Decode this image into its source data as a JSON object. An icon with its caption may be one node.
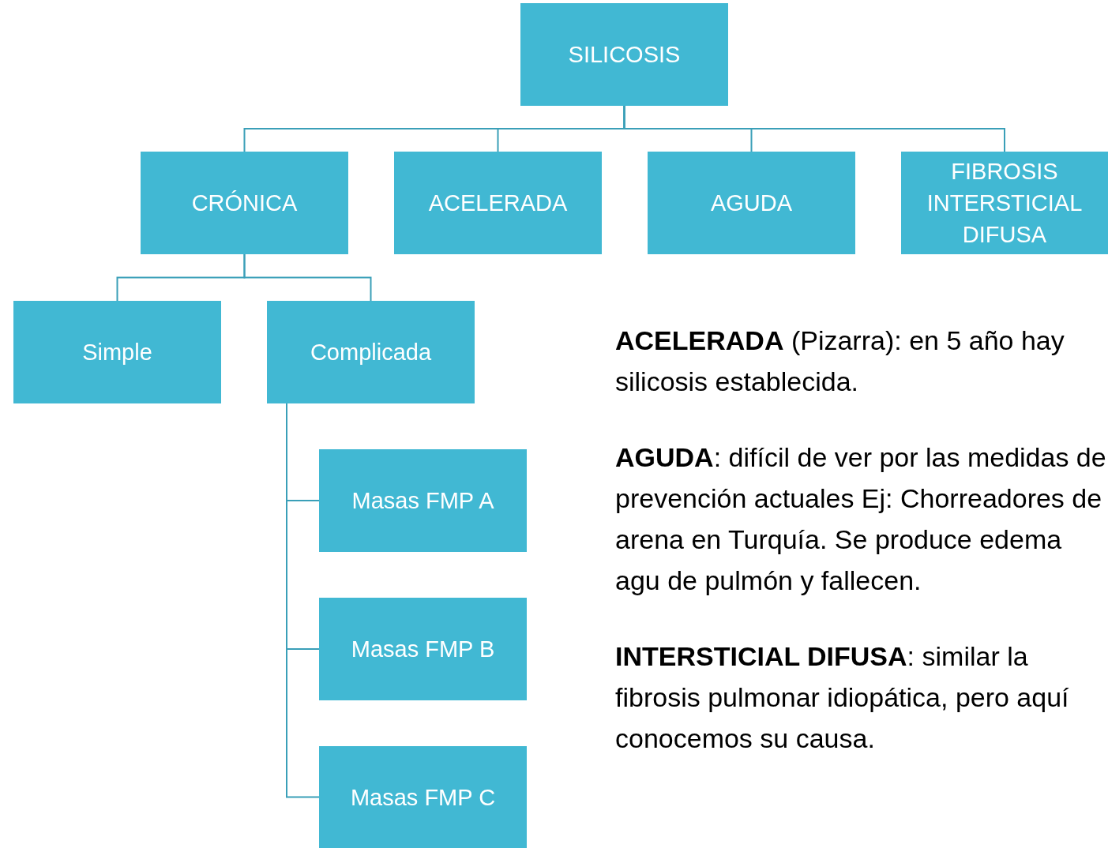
{
  "diagram": {
    "nodes": [
      {
        "text": [
          "SILICOSIS"
        ]
      },
      {
        "text": [
          "CRÓNICA"
        ]
      },
      {
        "text": [
          "ACELERADA"
        ]
      },
      {
        "text": [
          "AGUDA"
        ]
      },
      {
        "text": [
          "FIBROSIS INTERSTICIAL DIFUSA"
        ]
      },
      {
        "text": [
          "Simple"
        ]
      },
      {
        "text": [
          "Complicada"
        ]
      },
      {
        "text": [
          "Masas FMP A"
        ]
      },
      {
        "text": [
          "Masas FMP B"
        ]
      },
      {
        "text": [
          "Masas FMP C"
        ]
      }
    ],
    "edges": [
      {
        "from": 0,
        "to": 1,
        "arrow": "none"
      },
      {
        "from": 0,
        "to": 2,
        "arrow": "none"
      },
      {
        "from": 0,
        "to": 3,
        "arrow": "none"
      },
      {
        "from": 0,
        "to": 4,
        "arrow": "none"
      },
      {
        "from": 1,
        "to": 5,
        "arrow": "none"
      },
      {
        "from": 1,
        "to": 6,
        "arrow": "none"
      },
      {
        "from": 6,
        "to": 7,
        "arrow": "none"
      },
      {
        "from": 6,
        "to": 8,
        "arrow": "none"
      },
      {
        "from": 6,
        "to": 9,
        "arrow": "none"
      }
    ],
    "labels": [
      "**ACELERADA** (Pizarra): en 5 año hay silicosis establecida.",
      "**AGUDA**: difícil de ver por las medidas de prevención actuales Ej: Chorreadores de arena en Turquía. Se produce edema agu de pulmón y fallecen.",
      "**INTERSTICIAL DIFUSA**: similar la fibrosis pulmonar idiopática, pero aquí conocemos su causa."
    ]
  }
}
